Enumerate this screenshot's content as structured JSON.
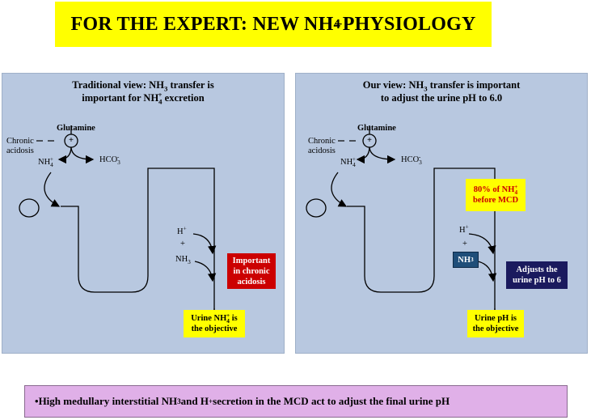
{
  "title": {
    "main": "FOR THE EXPERT: NEW NH",
    "sub": "4",
    "sup": "+",
    "tail": " PHYSIOLOGY"
  },
  "left": {
    "heading_l1_a": "Traditional view: NH",
    "heading_l1_sub": "3",
    "heading_l1_b": " transfer is",
    "heading_l2_a": "important for NH",
    "heading_l2_sub": "4",
    "heading_l2_sup": "+",
    "heading_l2_b": " excretion",
    "glutamine": "Glutamine",
    "chronic": "Chronic",
    "acidosis": "acidosis",
    "plus_symbol": "+",
    "nh4": "NH",
    "nh4_sub": "4",
    "nh4_sup": "+",
    "hco3": "HCO",
    "hco3_sub": "3",
    "hco3_sup": "-",
    "h_plus": "H",
    "h_plus_sup": "+",
    "plus": "+",
    "nh3": "NH",
    "nh3_sub": "3",
    "red_box": [
      "Important",
      "in chronic",
      "acidosis"
    ],
    "yellow_box_a": "Urine NH",
    "yellow_box_sub": "4",
    "yellow_box_sup": "+",
    "yellow_box_b": " is",
    "yellow_box_l2": "the objective"
  },
  "right": {
    "heading_l1_a": "Our view: NH",
    "heading_l1_sub": "3",
    "heading_l1_b": "  transfer is important",
    "heading_l2": "to adjust the urine pH to 6.0",
    "glutamine": "Glutamine",
    "chronic": "Chronic",
    "acidosis": "acidosis",
    "plus_symbol": "+",
    "nh4": "NH",
    "nh4_sub": "4",
    "nh4_sup": "+",
    "hco3": "HCO",
    "hco3_sub": "3",
    "hco3_sup": "-",
    "pct_a": "80% of NH",
    "pct_sub": "4",
    "pct_sup": "+",
    "pct_l2": "before MCD",
    "h_plus": "H",
    "h_plus_sup": "+",
    "plus": "+",
    "nh3": "NH",
    "nh3_sub": "3",
    "adjust_box": [
      "Adjusts the",
      "urine pH to 6"
    ],
    "yellow_box": [
      "Urine pH is",
      "the objective"
    ]
  },
  "footer": {
    "bullet": "•",
    "text_a": " High medullary interstitial NH",
    "sub": "3",
    "text_b": " and H",
    "sup": "+",
    "text_c": " secretion in the MCD act to adjust the final urine pH"
  },
  "colors": {
    "panel": "#b8c8e0",
    "title_bg": "#ffff00",
    "footer_bg": "#e0b0e8"
  }
}
